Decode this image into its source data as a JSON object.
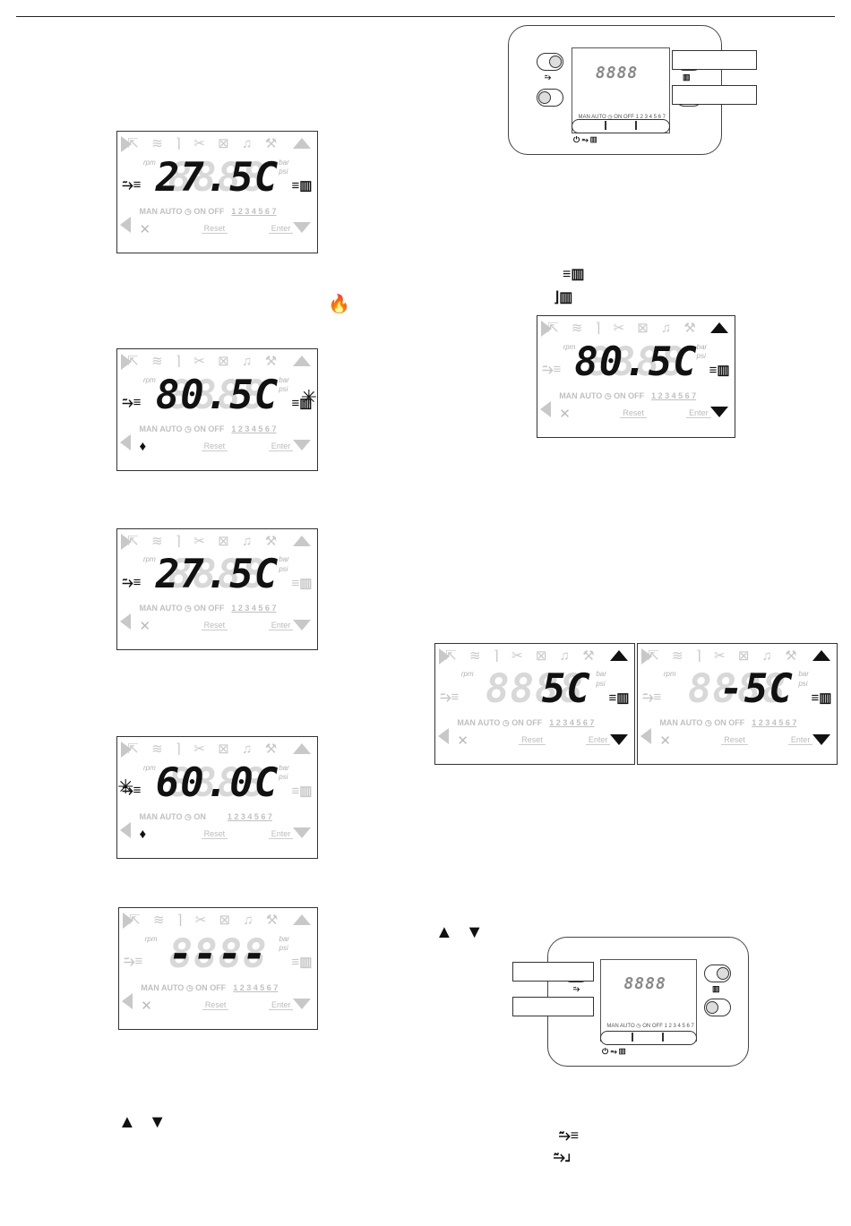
{
  "lcd": {
    "icons_top": [
      "external-link-icon",
      "wifi-icon",
      "chimney-icon",
      "fan-off-icon",
      "x-box-icon",
      "bell-icon",
      "wrench-icon"
    ],
    "rpm": "rpm",
    "bar": "bar",
    "psi": "psi",
    "man": "MAN",
    "auto": "AUTO",
    "on": "ON",
    "off": "OFF",
    "days": "1 2 3 4 5 6 7",
    "reset": "Reset",
    "enter": "Enter"
  },
  "displays": [
    {
      "id": "d1",
      "value": "27.5C"
    },
    {
      "id": "d2",
      "value": "80.5C"
    },
    {
      "id": "d3",
      "value": "27.5C"
    },
    {
      "id": "d4",
      "value": "60.0C"
    },
    {
      "id": "d5",
      "value": "----"
    },
    {
      "id": "d6",
      "value": "80.5C"
    },
    {
      "id": "d7",
      "value": "5C"
    },
    {
      "id": "d8",
      "value": "-5C"
    }
  ],
  "ghost_digits": "8888",
  "device": {
    "power_label": "⏻",
    "mini_days": "1 2 3 4 5 6 7"
  },
  "colors": {
    "lit": "#111111",
    "unlit": "#c8c8c8"
  }
}
